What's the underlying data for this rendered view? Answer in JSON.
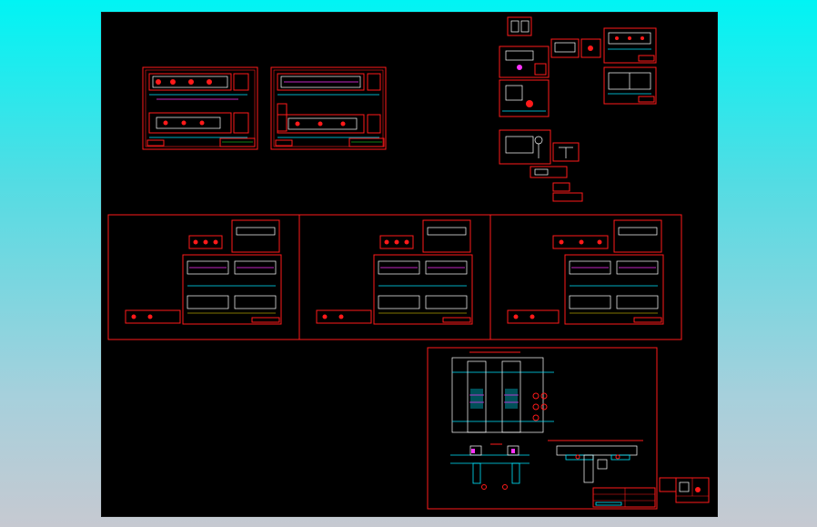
{
  "viewport": {
    "background_gradient": [
      "#00f4f4",
      "#a6d0dc",
      "#c6c9d1"
    ],
    "canvas_color": "#000000"
  },
  "colors": {
    "line_primary": "#ff1a1a",
    "line_detail": "#ffffff",
    "line_dimension": "#00e5ff",
    "line_accent": "#ff33ff",
    "line_note": "#ffea00"
  },
  "drawing": {
    "sheet_groups": [
      {
        "id": "top-left-pair",
        "sheets": 2
      },
      {
        "id": "top-right-cluster",
        "sheets": 12
      },
      {
        "id": "middle-row",
        "sheets": 3
      },
      {
        "id": "assembly-sheet",
        "sheets": 1
      },
      {
        "id": "title-block-inset",
        "sheets": 1
      }
    ]
  }
}
